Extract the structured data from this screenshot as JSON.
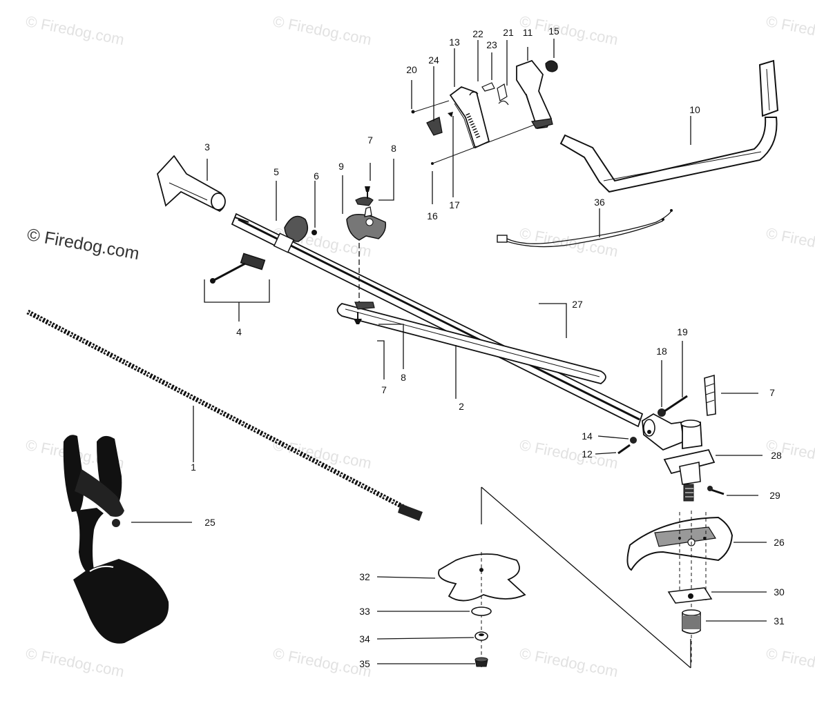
{
  "watermark": {
    "text": "© Firedog.com",
    "copyright_symbol": "©"
  },
  "callouts": [
    {
      "id": "c1",
      "label": "1"
    },
    {
      "id": "c2",
      "label": "2"
    },
    {
      "id": "c3",
      "label": "3"
    },
    {
      "id": "c4",
      "label": "4"
    },
    {
      "id": "c5",
      "label": "5"
    },
    {
      "id": "c6",
      "label": "6"
    },
    {
      "id": "c7a",
      "label": "7"
    },
    {
      "id": "c7b",
      "label": "7"
    },
    {
      "id": "c7c",
      "label": "7"
    },
    {
      "id": "c8a",
      "label": "8"
    },
    {
      "id": "c8b",
      "label": "8"
    },
    {
      "id": "c9",
      "label": "9"
    },
    {
      "id": "c10",
      "label": "10"
    },
    {
      "id": "c11",
      "label": "11"
    },
    {
      "id": "c12",
      "label": "12"
    },
    {
      "id": "c13",
      "label": "13"
    },
    {
      "id": "c14",
      "label": "14"
    },
    {
      "id": "c15",
      "label": "15"
    },
    {
      "id": "c16",
      "label": "16"
    },
    {
      "id": "c17",
      "label": "17"
    },
    {
      "id": "c18",
      "label": "18"
    },
    {
      "id": "c19",
      "label": "19"
    },
    {
      "id": "c20",
      "label": "20"
    },
    {
      "id": "c21",
      "label": "21"
    },
    {
      "id": "c22",
      "label": "22"
    },
    {
      "id": "c23",
      "label": "23"
    },
    {
      "id": "c24",
      "label": "24"
    },
    {
      "id": "c25",
      "label": "25"
    },
    {
      "id": "c26",
      "label": "26"
    },
    {
      "id": "c27",
      "label": "27"
    },
    {
      "id": "c28",
      "label": "28"
    },
    {
      "id": "c29",
      "label": "29"
    },
    {
      "id": "c30",
      "label": "30"
    },
    {
      "id": "c31",
      "label": "31"
    },
    {
      "id": "c32",
      "label": "32"
    },
    {
      "id": "c33",
      "label": "33"
    },
    {
      "id": "c34",
      "label": "34"
    },
    {
      "id": "c35",
      "label": "35"
    },
    {
      "id": "c36",
      "label": "36"
    }
  ]
}
